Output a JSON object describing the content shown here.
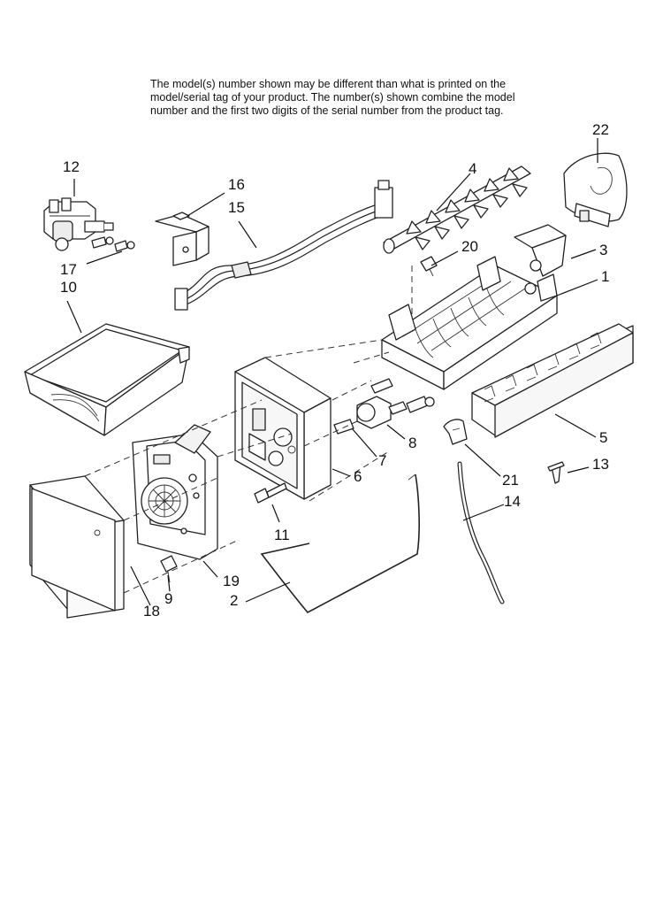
{
  "note": {
    "line1": "The model(s) number shown may be different than what is printed on the",
    "line2": "model/serial tag of your product. The number(s) shown combine the model",
    "line3": "number and the first two digits of the serial number from the product tag."
  },
  "callouts": {
    "c1": "1",
    "c2": "2",
    "c3": "3",
    "c4": "4",
    "c5": "5",
    "c6": "6",
    "c7": "7",
    "c8": "8",
    "c9": "9",
    "c10": "10",
    "c11": "11",
    "c12": "12",
    "c13": "13",
    "c14": "14",
    "c15": "15",
    "c16": "16",
    "c17": "17",
    "c18": "18",
    "c19": "19",
    "c20": "20",
    "c21": "21",
    "c22": "22"
  }
}
